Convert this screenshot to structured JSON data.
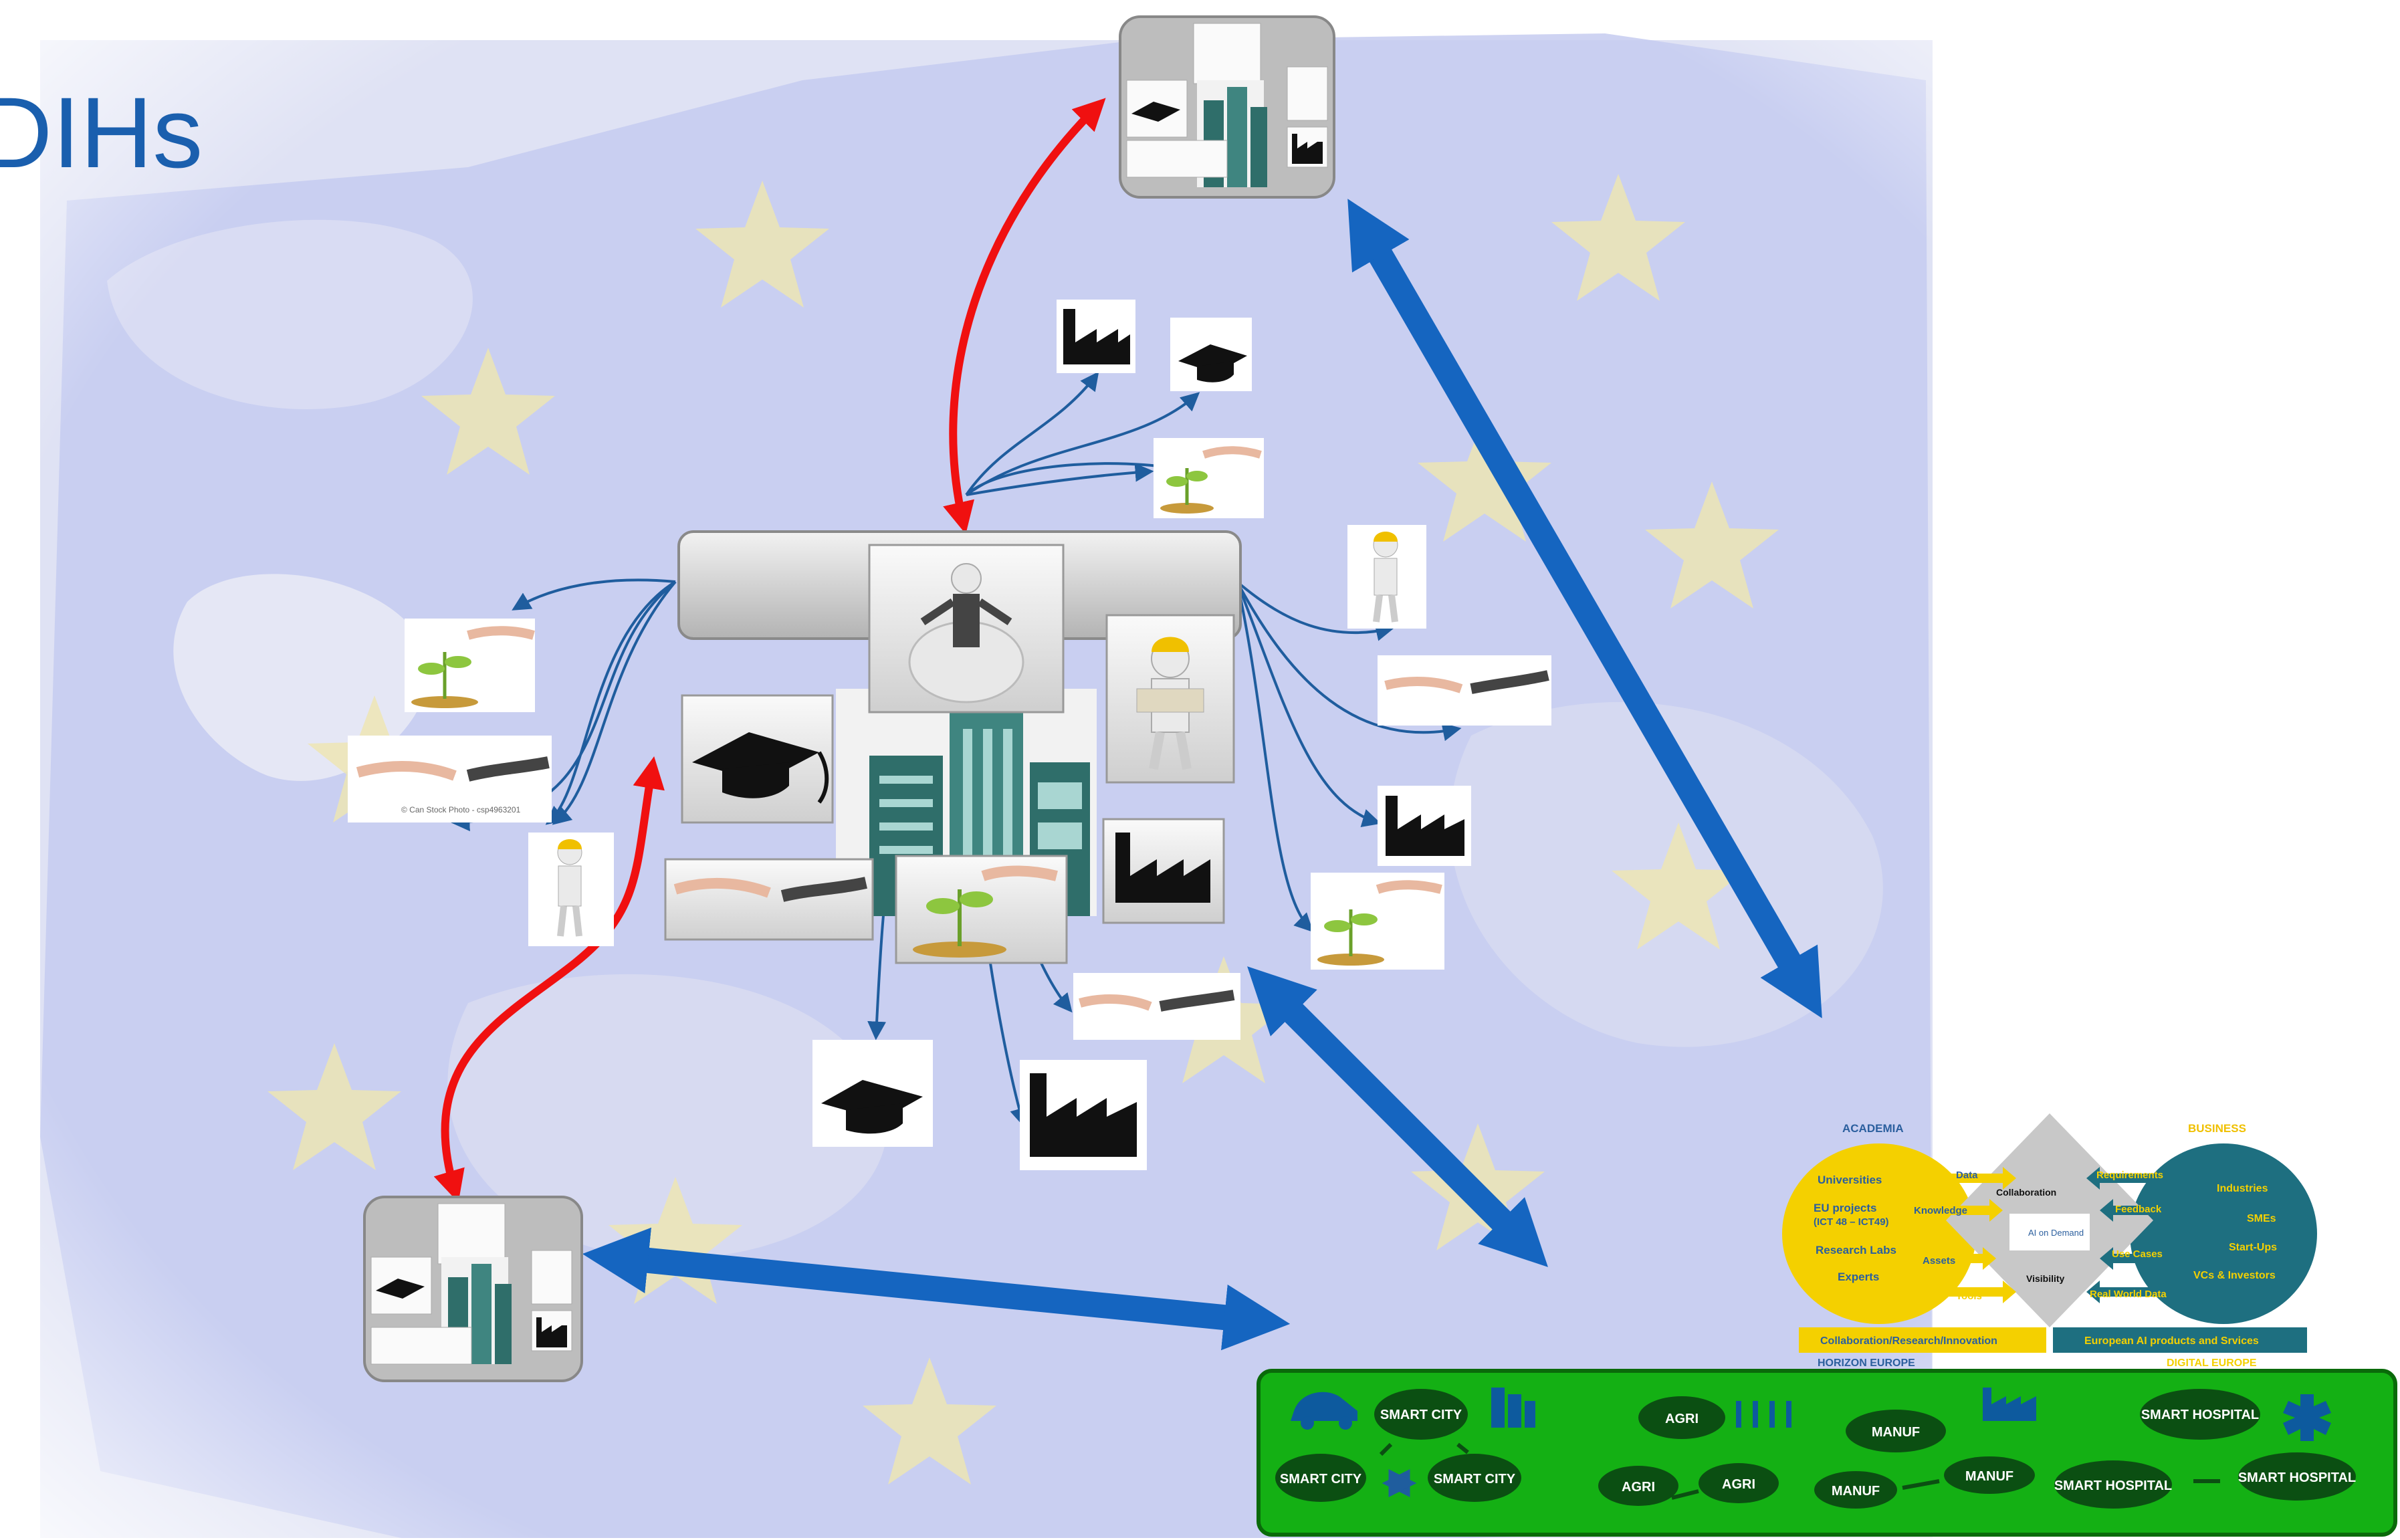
{
  "page": {
    "title": "DIHs"
  },
  "hub_icons": {
    "factory": "factory-icon",
    "grad_cap": "graduation-cap-icon",
    "plant_coins": "plant-coins-icon",
    "worker": "worker-icon",
    "robot_hand": "robot-hand-icon",
    "businessman": "businessman-icon",
    "building": "building-icon"
  },
  "watermark": "© Can Stock Photo - csp4963201",
  "colors": {
    "title": "#1a5fae",
    "thin_arrow": "#1f5d9e",
    "red_arrow": "#f01010",
    "blue_arrow": "#1565c0",
    "green_panel": "#14b014",
    "map": "#c5cbf0",
    "stars": "#efe6b0"
  },
  "ai_panel": {
    "academia": "ACADEMIA",
    "business": "BUSINESS",
    "left_items": [
      "Universities",
      "EU projects",
      "(ICT 48 – ICT49)",
      "Research Labs",
      "Experts"
    ],
    "flows_left": [
      "Data",
      "Knowledge",
      "Assets",
      "Tools"
    ],
    "flows_right": [
      "Requirements",
      "Feedback",
      "Use Cases",
      "Real World Data"
    ],
    "right_items": [
      "Industries",
      "SMEs",
      "Start-Ups",
      "VCs & Investors"
    ],
    "center_top": "Collaboration",
    "center_bottom": "Visibility",
    "logo": "AI on Demand",
    "bar_left": "Collaboration/Research/Innovation",
    "bar_right": "European AI products and Srvices",
    "footer_left": "HORIZON EUROPE",
    "footer_right": "DIGITAL EUROPE"
  },
  "green_panel": {
    "city": {
      "main": "SMART CITY",
      "left": "SMART CITY",
      "right": "SMART CITY"
    },
    "agri": {
      "main": "AGRI",
      "left": "AGRI",
      "right": "AGRI"
    },
    "manuf": {
      "main": "MANUF",
      "left": "MANUF",
      "right": "MANUF"
    },
    "hospital": {
      "main": "SMART HOSPITAL",
      "left": "SMART HOSPITAL",
      "right": "SMART HOSPITAL"
    }
  }
}
